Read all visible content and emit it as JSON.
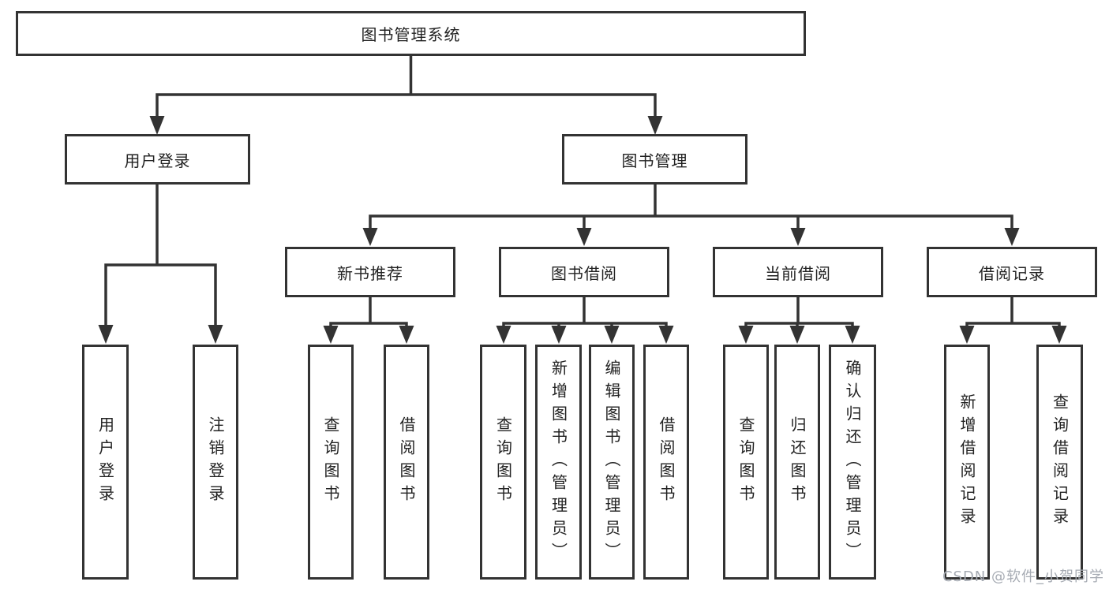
{
  "diagram_title": "图书管理系统",
  "tree": {
    "root": "图书管理系统",
    "branches": [
      {
        "label": "用户登录",
        "leaves": [
          "用户登录",
          "注销登录"
        ]
      },
      {
        "label": "图书管理",
        "children": [
          {
            "label": "新书推荐",
            "leaves": [
              "查询图书",
              "借阅图书"
            ]
          },
          {
            "label": "图书借阅",
            "leaves": [
              "查询图书",
              "新增图书（管理员）",
              "编辑图书（管理员）",
              "借阅图书"
            ]
          },
          {
            "label": "当前借阅",
            "leaves": [
              "查询图书",
              "归还图书",
              "确认归还（管理员）"
            ]
          },
          {
            "label": "借阅记录",
            "leaves": [
              "新增借阅记录",
              "查询借阅记录"
            ]
          }
        ]
      }
    ]
  },
  "watermark": "CSDN @软件_小贺同学",
  "colors": {
    "line": "#333333",
    "box_border": "#333333",
    "box_fill": "#ffffff",
    "text": "#222222",
    "watermark": "#a6abb3",
    "background": "#ffffff"
  }
}
